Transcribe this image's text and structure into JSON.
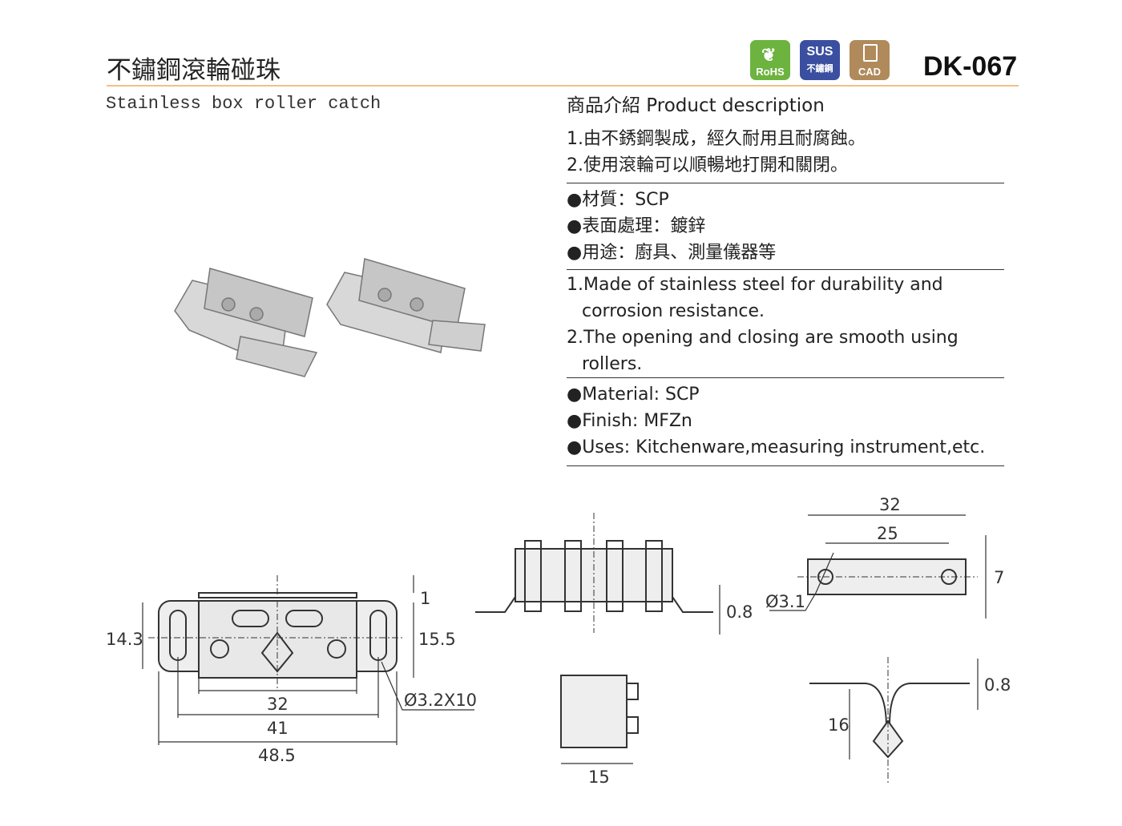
{
  "header": {
    "title_zh": "不鏽鋼滾輪碰珠",
    "title_en": "Stainless box roller catch",
    "model": "DK-067",
    "badges": [
      {
        "name": "rohs",
        "label": "RoHS",
        "color": "#6db33f"
      },
      {
        "name": "sus",
        "label": "SUS",
        "sub": "不鏽鋼",
        "color": "#3a4fa0"
      },
      {
        "name": "cad",
        "label": "CAD",
        "color": "#b08a5a"
      }
    ]
  },
  "description": {
    "heading": "商品介紹 Product description",
    "zh_points": [
      "1.由不銹鋼製成，經久耐用且耐腐蝕。",
      "2.使用滾輪可以順暢地打開和關閉。"
    ],
    "zh_specs": [
      "●材質：SCP",
      "●表面處理：鍍鋅",
      "●用途：廚具、測量儀器等"
    ],
    "en_points": [
      [
        "1.Made of stainless steel for durability and",
        "corrosion resistance."
      ],
      [
        "2.The opening and closing are smooth using",
        "rollers."
      ]
    ],
    "en_specs": [
      "●Material: SCP",
      "●Finish: MFZn",
      "●Uses: Kitchenware,measuring instrument,etc."
    ]
  },
  "drawing": {
    "front": {
      "height_left": "14.3",
      "height_right": "15.5",
      "top_offset": "1",
      "width_inner": "32",
      "width_holes": "41",
      "width_total": "48.5",
      "slot": "Ø3.2X10"
    },
    "side": {
      "thickness": "0.8"
    },
    "top": {
      "width_total": "32",
      "hole_pitch": "25",
      "height": "7",
      "hole": "Ø3.1"
    },
    "end": {
      "depth": "15"
    },
    "profile": {
      "depth": "16",
      "thickness": "0.8"
    }
  }
}
